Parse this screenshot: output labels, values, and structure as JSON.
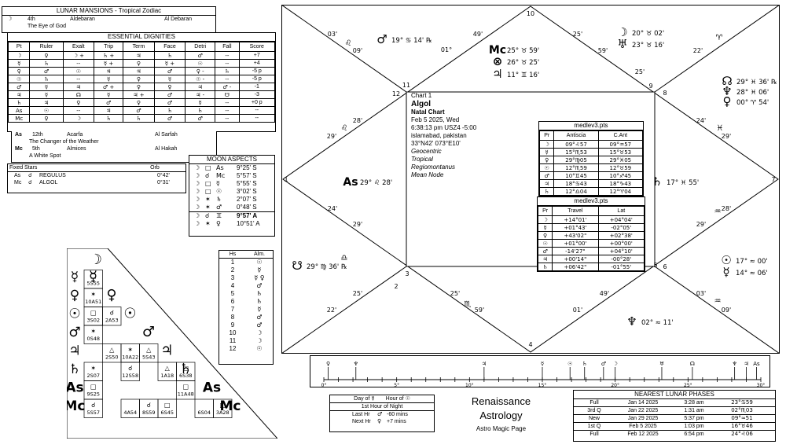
{
  "mansions": {
    "title": "LUNAR MANSIONS - Tropical Zodiac",
    "moon": {
      "glyph": "☽",
      "house": "4th",
      "name": "Aldebaran",
      "alt": "Al Debaran",
      "desc": "The Eye of God"
    },
    "asc": {
      "glyph": "As",
      "house": "12th",
      "name": "Acarfa",
      "alt": "Al Sarfah",
      "desc": "The Changer of the Weather"
    },
    "mc": {
      "glyph": "Mc",
      "house": "5th",
      "name": "Almices",
      "alt": "Al Hakah",
      "desc": "A White Spot"
    }
  },
  "dignities": {
    "title": "ESSENTIAL DIGNITIES",
    "headers": [
      "Pt",
      "Ruler",
      "Exalt",
      "Trip",
      "Term",
      "Face",
      "Detri",
      "Fall",
      "Score"
    ],
    "rows": [
      [
        "☽",
        "♀",
        "☽ +",
        "♄ +",
        "♃",
        "♄",
        "♂",
        "--",
        "+7"
      ],
      [
        "☿",
        "♄",
        "--",
        "☿ +",
        "♀",
        "☿ +",
        "☉",
        "--",
        "+4"
      ],
      [
        "♀",
        "♂",
        "☉",
        "♃",
        "♃",
        "♂",
        "♀ -",
        "♄",
        "-5 p"
      ],
      [
        "☉",
        "♄",
        "--",
        "☿",
        "♀",
        "☿",
        "☉ -",
        "--",
        "-5 p"
      ],
      [
        "♂",
        "☿",
        "♃",
        "♂ +",
        "♀",
        "♀",
        "♃",
        "♂ -",
        "-1"
      ],
      [
        "♃",
        "☿",
        "☊",
        "☿",
        "♃ +",
        "♂",
        "♃ -",
        "☋",
        "-3"
      ],
      [
        "♄",
        "♃",
        "♀",
        "♂",
        "♀",
        "♂",
        "☿",
        "--",
        "+0 p"
      ],
      [
        "As",
        "☉",
        "--",
        "♃",
        "♂",
        "♄",
        "♄",
        "--",
        "--"
      ],
      [
        "Mc",
        "♀",
        "☽",
        "♄",
        "♄",
        "♂",
        "♂",
        "--",
        "--"
      ]
    ]
  },
  "fixed_stars": {
    "headers": [
      "Fixed Stars",
      "Orb"
    ],
    "rows": [
      {
        "pt": "As",
        "asp": "☌",
        "star": "REGULUS",
        "orb": "0°42'"
      },
      {
        "pt": "Mc",
        "asp": "☌",
        "star": "ALGOL",
        "orb": "0°31'"
      }
    ]
  },
  "moon_aspects": {
    "title": "MOON ASPECTS",
    "rows": [
      {
        "p1": "☽",
        "asp": "□",
        "p2": "As",
        "val": "9°25' S"
      },
      {
        "p1": "☽",
        "asp": "☌",
        "p2": "Mc",
        "val": "5°57' S"
      },
      {
        "p1": "☽",
        "asp": "□",
        "p2": "☿",
        "val": "5°55' S"
      },
      {
        "p1": "☽",
        "asp": "□",
        "p2": "☉",
        "val": "3°02' S"
      },
      {
        "p1": "☽",
        "asp": "✶",
        "p2": "♄",
        "val": "2°07' S"
      },
      {
        "p1": "☽",
        "asp": "✶",
        "p2": "♂",
        "val": "0°48' S"
      },
      {
        "p1": "☽",
        "asp": "☌",
        "p2": "♊",
        "val": "9°57' A"
      },
      {
        "p1": "☽",
        "asp": "✶",
        "p2": "♀",
        "val": "10°51' A"
      }
    ]
  },
  "almuten": {
    "headers": [
      "Hs",
      "Alm."
    ],
    "rows": [
      [
        "1",
        "☉"
      ],
      [
        "2",
        "☿"
      ],
      [
        "3",
        "☿ ♀"
      ],
      [
        "4",
        "♂"
      ],
      [
        "5",
        "♄"
      ],
      [
        "6",
        "♄"
      ],
      [
        "7",
        "☿"
      ],
      [
        "8",
        "♂"
      ],
      [
        "9",
        "♂"
      ],
      [
        "10",
        "☽"
      ],
      [
        "11",
        "☽"
      ],
      [
        "12",
        "☉"
      ]
    ]
  },
  "aspect_grid": {
    "planets": [
      "☽",
      "☿",
      "♀",
      "☉",
      "♂",
      "♃",
      "♄",
      "As",
      "Mc"
    ],
    "cells": [
      {
        "r": 1,
        "c": 0,
        "sym": "□",
        "val": "5S55"
      },
      {
        "r": 2,
        "c": 0,
        "sym": "✶",
        "val": "10A51"
      },
      {
        "r": 3,
        "c": 0,
        "sym": "□",
        "val": "3S02"
      },
      {
        "r": 3,
        "c": 1,
        "sym": "☌",
        "val": "2A53"
      },
      {
        "r": 4,
        "c": 0,
        "sym": "✶",
        "val": "0S48"
      },
      {
        "r": 5,
        "c": 1,
        "sym": "△",
        "val": "2S50"
      },
      {
        "r": 5,
        "c": 2,
        "sym": "✶",
        "val": "10A22"
      },
      {
        "r": 5,
        "c": 3,
        "sym": "△",
        "val": "5S43"
      },
      {
        "r": 6,
        "c": 0,
        "sym": "✶",
        "val": "2S07"
      },
      {
        "r": 6,
        "c": 2,
        "sym": "☌",
        "val": "12S58"
      },
      {
        "r": 6,
        "c": 4,
        "sym": "△",
        "val": "1A18"
      },
      {
        "r": 6,
        "c": 5,
        "sym": "□",
        "val": "6S38"
      },
      {
        "r": 7,
        "c": 0,
        "sym": "□",
        "val": "9S25"
      },
      {
        "r": 7,
        "c": 5,
        "sym": "□",
        "val": "11A48"
      },
      {
        "r": 8,
        "c": 0,
        "sym": "☌",
        "val": "5S57"
      },
      {
        "r": 8,
        "c": 2,
        "sym": "",
        "val": "4A54"
      },
      {
        "r": 8,
        "c": 3,
        "sym": "☌",
        "val": "8S59"
      },
      {
        "r": 8,
        "c": 4,
        "sym": "□",
        "val": "6S45"
      },
      {
        "r": 8,
        "c": 6,
        "sym": "",
        "val": "6S04"
      },
      {
        "r": 8,
        "c": 7,
        "sym": "□",
        "val": "3A28"
      }
    ]
  },
  "chart": {
    "chart_label": "Chart 1",
    "name": "Algol",
    "type": "Natal Chart",
    "date": "Feb 5 2025, Wed",
    "time": "6:38:13 pm  USZ4 -5:00",
    "place": "islamabad, pakistan",
    "coords": "33°N42' 073°E10'",
    "opts": [
      "Geocentric",
      "Tropical",
      "Regiomontanus",
      "Mean Node"
    ],
    "house_numbers": [
      "1",
      "2",
      "3",
      "4",
      "5",
      "6",
      "7",
      "8",
      "9",
      "10",
      "11",
      "12"
    ],
    "cusps": [
      {
        "id": "c10a",
        "deg": "49'"
      },
      {
        "id": "c10b",
        "deg": "25'"
      },
      {
        "id": "c11a",
        "deg": "03'"
      },
      {
        "id": "c11b",
        "deg": "09'"
      },
      {
        "id": "c9a",
        "deg": "59'"
      },
      {
        "id": "c9b",
        "deg": "25'"
      },
      {
        "id": "c9c",
        "deg": "22'"
      },
      {
        "id": "c12a",
        "deg": "28'"
      },
      {
        "id": "c12b",
        "deg": "29'"
      },
      {
        "id": "c8a",
        "deg": "24'"
      },
      {
        "id": "c8b",
        "deg": "29'"
      },
      {
        "id": "c2a",
        "deg": "24'"
      },
      {
        "id": "c2b",
        "deg": "29'"
      },
      {
        "id": "c6a",
        "deg": "28'"
      },
      {
        "id": "c6b",
        "deg": "29'"
      },
      {
        "id": "c3a",
        "deg": "25'"
      },
      {
        "id": "c3b",
        "deg": "22'"
      },
      {
        "id": "c4a",
        "deg": "25'"
      },
      {
        "id": "c4b",
        "deg": "59'"
      },
      {
        "id": "c5a",
        "deg": "49'"
      },
      {
        "id": "c5b",
        "deg": "01'"
      },
      {
        "id": "c7a",
        "deg": "03'"
      },
      {
        "id": "c7b",
        "deg": "09'"
      },
      {
        "id": "c1a",
        "deg": "01°"
      }
    ],
    "planets": {
      "mars": {
        "glyph": "♂",
        "text": "19° ♋ 14' ℞"
      },
      "mc": {
        "glyph": "Mc",
        "text": "25° ♉ 59'"
      },
      "pof": {
        "glyph": "⊗",
        "text": "26° ♉ 25'"
      },
      "jup": {
        "glyph": "♃",
        "text": "11° ♊ 16'"
      },
      "moon": {
        "glyph": "☽",
        "text": "20° ♉ 02'"
      },
      "ura": {
        "glyph": "♅",
        "text": "23° ♉ 16'"
      },
      "node": {
        "glyph": "☊",
        "text": "29° ♓ 36' ℞"
      },
      "nep": {
        "glyph": "♆",
        "text": "28° ♓ 06'"
      },
      "ven": {
        "glyph": "♀",
        "text": "00° ♈ 54'"
      },
      "asc": {
        "glyph": "As",
        "text": "29° ♌ 28'"
      },
      "sat": {
        "glyph": "♄",
        "text": "17° ♓ 55'"
      },
      "pluto_l": {
        "glyph": "☋",
        "text": "29° ♍ 36' ℞"
      },
      "sun": {
        "glyph": "☉",
        "text": "17° ≈ 00'"
      },
      "merc": {
        "glyph": "☿",
        "text": "14° ≈ 06'"
      },
      "psi": {
        "glyph": "♆",
        "text": "02° ≈ 11'"
      }
    },
    "signs": [
      "♌",
      "♋",
      "♉",
      "♈",
      "♓",
      "♓",
      "≈",
      "≈",
      "♍",
      "♎",
      "♏",
      "♐"
    ]
  },
  "antiscia": {
    "title": "medlev3.pts",
    "headers": [
      "Pr",
      "Antiscia",
      "C.Ant"
    ],
    "rows": [
      [
        "☽",
        "09°♌57",
        "09°♒57"
      ],
      [
        "☿",
        "15°♏53",
        "15°♉53"
      ],
      [
        "♀",
        "29°♍05",
        "29°♓05"
      ],
      [
        "☉",
        "12°♏59",
        "12°♉59"
      ],
      [
        "♂",
        "10°♊45",
        "10°♐45"
      ],
      [
        "♃",
        "18°♋43",
        "18°♑43"
      ],
      [
        "♄",
        "12°♎04",
        "12°♈04"
      ]
    ]
  },
  "travel": {
    "title": "medlev3.pts",
    "headers": [
      "Pr",
      "Travel",
      "Lat"
    ],
    "rows": [
      [
        "☽",
        "+14°01'",
        "+04°04'"
      ],
      [
        "☿",
        "+01°43'",
        "-02°05'"
      ],
      [
        "♀",
        "+43'02\"",
        "+02°38'"
      ],
      [
        "☉",
        "+01°00'",
        "+00°00'"
      ],
      [
        "♂",
        "-14'27\"",
        "+04°10'"
      ],
      [
        "♃",
        "+00'14\"",
        "-00°28'"
      ],
      [
        "♄",
        "+06'42\"",
        "-01°55'"
      ]
    ]
  },
  "strip": {
    "ticks": [
      "0°",
      "5°",
      "10°",
      "15°",
      "20°",
      "25°",
      "30°"
    ],
    "glyphs": [
      "♀",
      "♆",
      "♃",
      "☿",
      "☉",
      "♄",
      "♂",
      "☽",
      "♅",
      "☊",
      "♆",
      "♃",
      "As"
    ]
  },
  "hours": {
    "day_label": "Day of",
    "day_glyph": "☿",
    "hour_label": "Hour of",
    "hour_glyph": "☉",
    "title": "1st Hour of Night",
    "last": {
      "label": "Last Hr",
      "glyph": "♂",
      "val": "-60 mins"
    },
    "next": {
      "label": "Next Hr",
      "glyph": "♀",
      "val": "+7 mins"
    }
  },
  "brand": {
    "line1": "Renaissance",
    "line2": "Astrology",
    "line3": "Astro Magic Page"
  },
  "lunar_phases": {
    "title": "NEAREST LUNAR PHASES",
    "rows": [
      [
        "Full",
        "Jan 14 2025",
        "3:28 am",
        "23°♋59"
      ],
      [
        "3rd Q",
        "Jan 22 2025",
        "1:31 am",
        "02°♏03"
      ],
      [
        "New",
        "Jan 29 2025",
        "5:37 pm",
        "09°≈51"
      ],
      [
        "1st Q",
        "Feb 5 2025",
        "1:03 pm",
        "16°♉46"
      ],
      [
        "Full",
        "Feb 12 2025",
        "6:54 pm",
        "24°♌06"
      ]
    ]
  }
}
